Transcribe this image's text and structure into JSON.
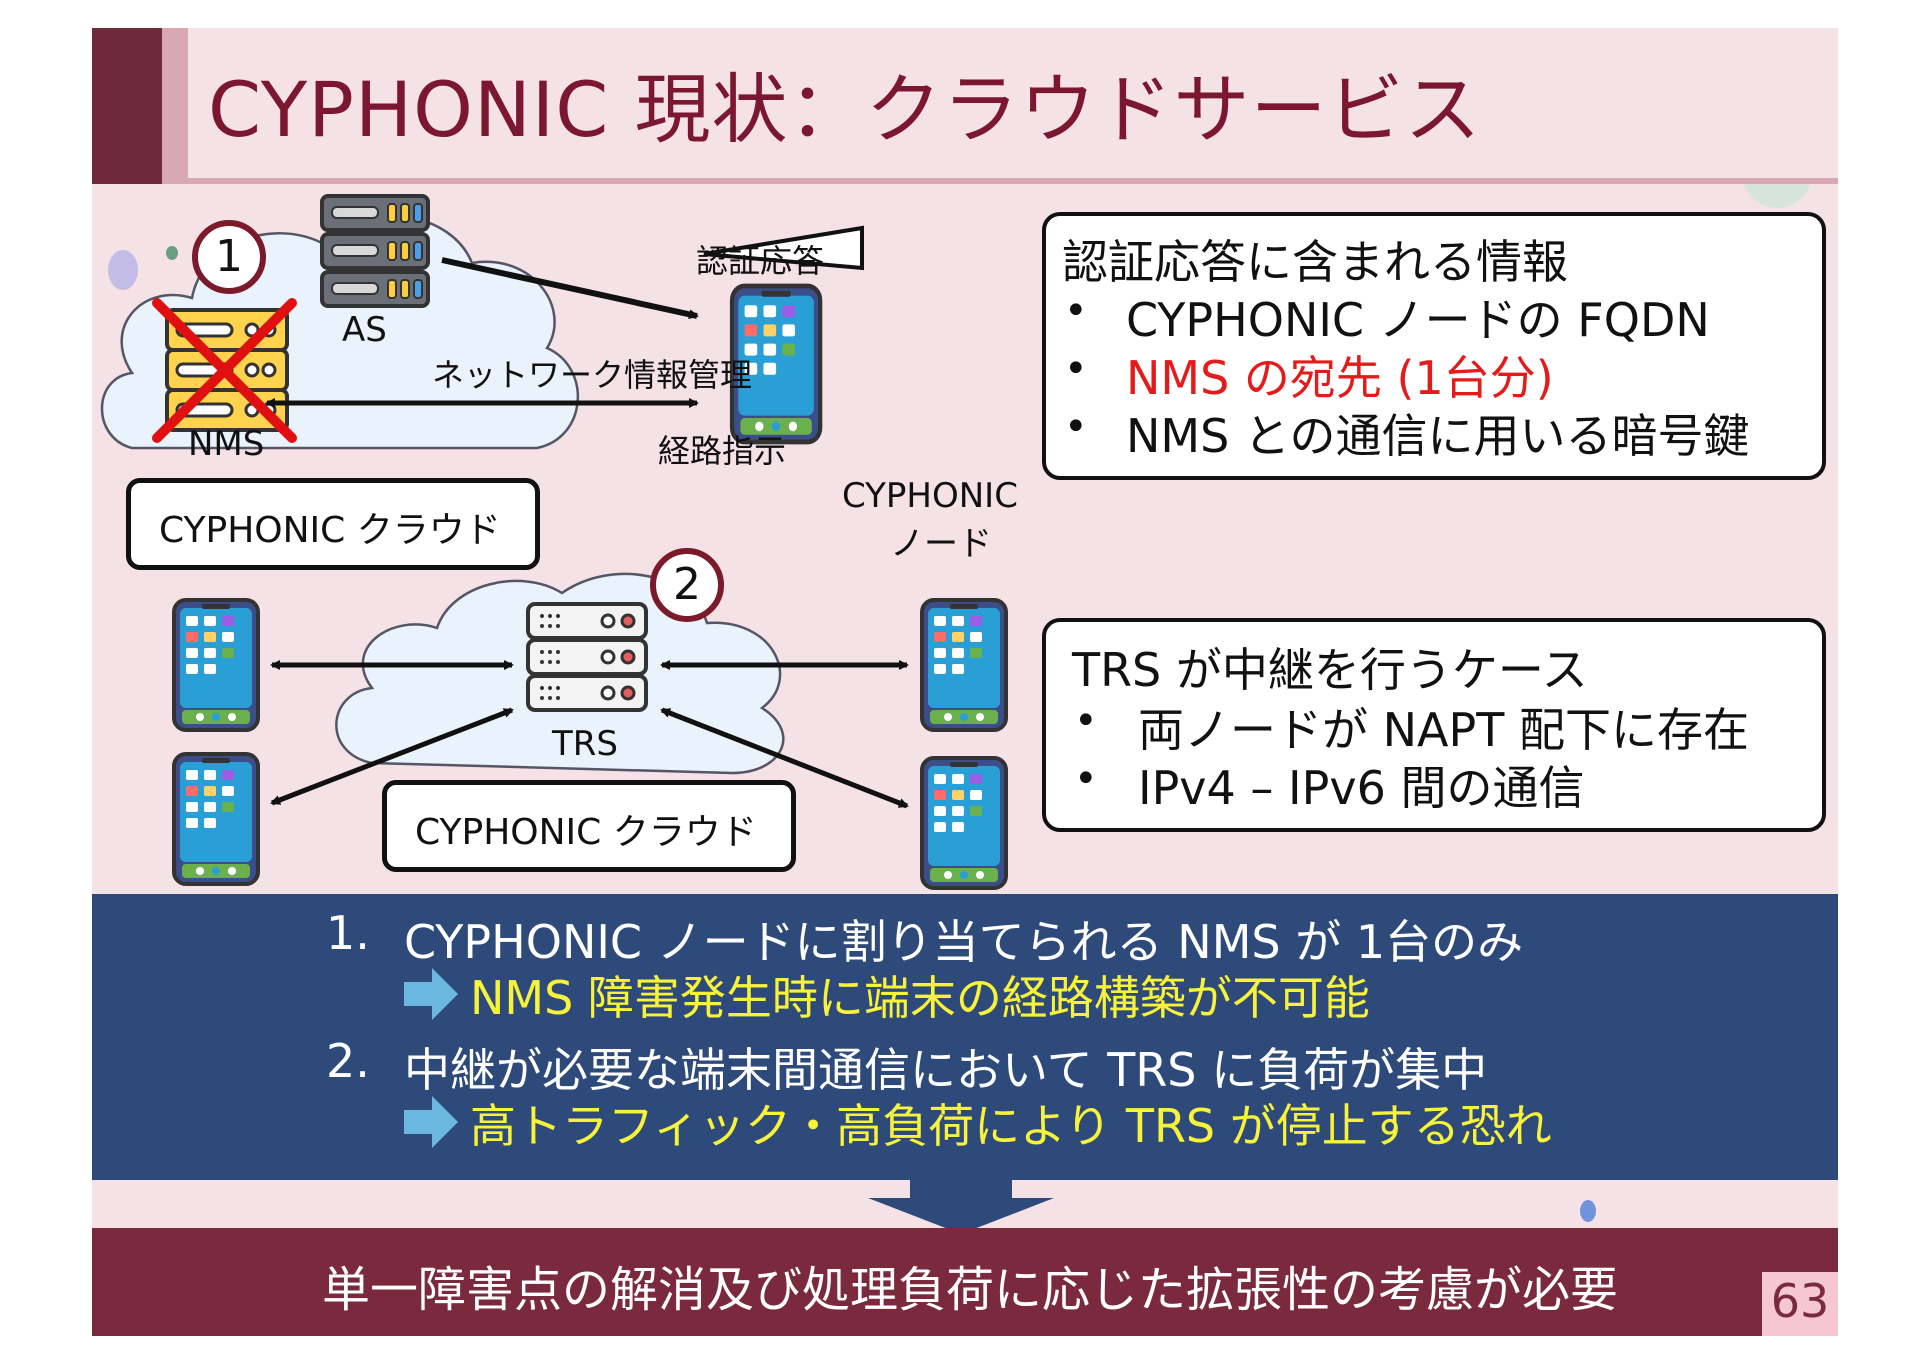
{
  "slide": {
    "title": "CYPHONIC 現状：クラウドサービス",
    "page_number": "63"
  },
  "top_section": {
    "badge": "1",
    "as_label": "AS",
    "nms_label": "NMS",
    "cloud_label": "CYPHONIC クラウド",
    "auth_response_label": "認証応答",
    "network_mgmt_label": "ネットワーク情報管理",
    "route_instruction_label": "経路指示",
    "node_label_line1": "CYPHONIC",
    "node_label_line2": "ノード",
    "info_box": {
      "heading": "認証応答に含まれる情報",
      "items": [
        {
          "text": "CYPHONIC ノードの FQDN",
          "color": "#111111"
        },
        {
          "text": "NMS の宛先 (1台分)",
          "color": "#e31b1b"
        },
        {
          "text": "NMS との通信に用いる暗号鍵",
          "color": "#111111"
        }
      ],
      "bullet": "•"
    }
  },
  "middle_section": {
    "badge": "2",
    "trs_label": "TRS",
    "cloud_label": "CYPHONIC クラウド",
    "info_box": {
      "heading": "TRS が中継を行うケース",
      "items": [
        {
          "text": "両ノードが NAPT 配下に存在"
        },
        {
          "text": "IPv4 – IPv6 間の通信"
        }
      ],
      "bullet": "•"
    }
  },
  "summary": {
    "items": [
      {
        "number": "1.",
        "text": "CYPHONIC ノードに割り当てられる NMS が 1台のみ",
        "consequence": "NMS 障害発生時に端末の経路構築が不可能"
      },
      {
        "number": "2.",
        "text": "中継が必要な端末間通信において TRS に負荷が集中",
        "consequence": "高トラフィック・高負荷により TRS が停止する恐れ"
      }
    ]
  },
  "conclusion": "単一障害点の解消及び処理負荷に応じた拡張性の考慮が必要",
  "colors": {
    "title": "#7b1730",
    "slide_bg": "#f5e2e6",
    "summary_bg": "#2e4a7a",
    "highlight_yellow": "#f7f23a",
    "conclusion_bg": "#7a2a3c",
    "red_alert": "#e31b1b",
    "arrow_light_blue": "#6ab8e0"
  },
  "icons": [
    "server-icon",
    "smartphone-icon",
    "cross-mark-icon",
    "cloud-icon",
    "right-arrow-icon",
    "down-arrow-icon"
  ]
}
